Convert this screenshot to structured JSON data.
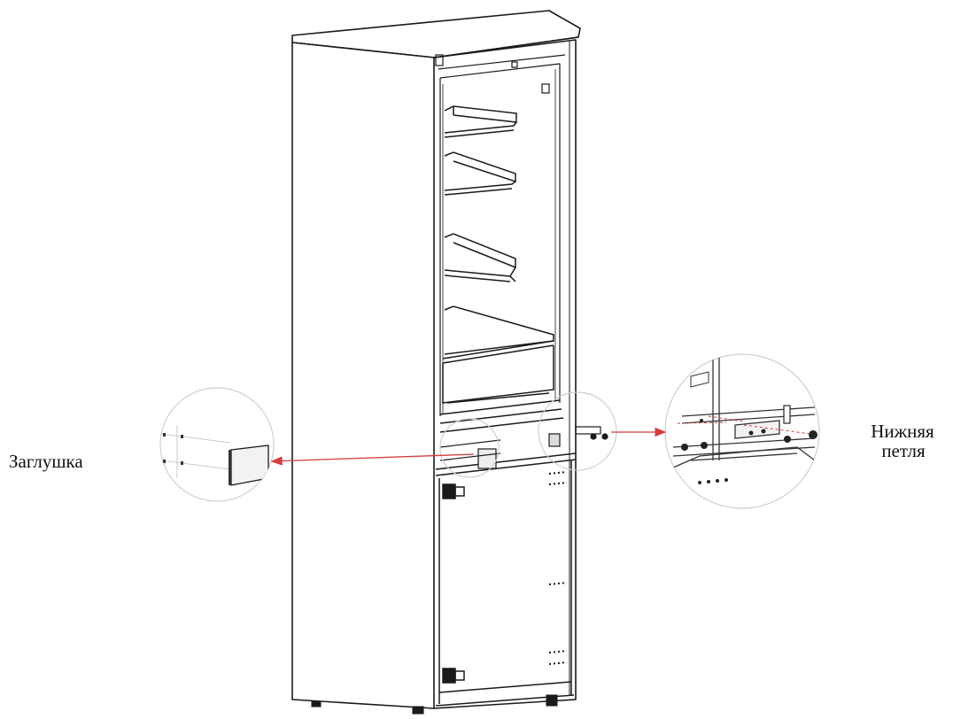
{
  "labels": {
    "plug": "Заглушка",
    "lower_hinge_line1": "Нижняя",
    "lower_hinge_line2": "петля"
  },
  "colors": {
    "line": "#1a1a1a",
    "detail_line": "#444444",
    "pointer": "#d83a3a",
    "circle": "#cfcfcf"
  }
}
